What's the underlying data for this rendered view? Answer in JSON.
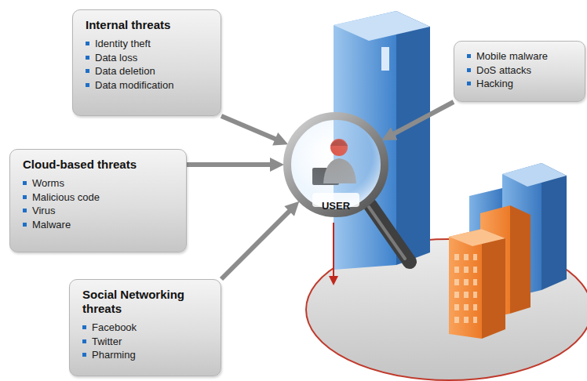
{
  "diagram": {
    "nodes": [
      {
        "text": [
          "Internal threats",
          "Identity theft",
          "Data loss",
          "Data deletion",
          "Data modification"
        ]
      },
      {
        "text": [
          "Cloud-based threats",
          "Worms",
          "Malicious code",
          "Virus",
          "Malware"
        ]
      },
      {
        "text": [
          "Social Networking threats",
          "Facebook",
          "Twitter",
          "Pharming"
        ]
      },
      {
        "text": [
          "Mobile malware",
          "DoS attacks",
          "Hacking"
        ]
      },
      {
        "text": [
          "USER"
        ]
      }
    ],
    "edges": [
      {
        "from": 0,
        "to": 4,
        "arrow": "to"
      },
      {
        "from": 1,
        "to": 4,
        "arrow": "to"
      },
      {
        "from": 2,
        "to": 4,
        "arrow": "to"
      },
      {
        "from": 3,
        "to": 4,
        "arrow": "to"
      }
    ]
  }
}
